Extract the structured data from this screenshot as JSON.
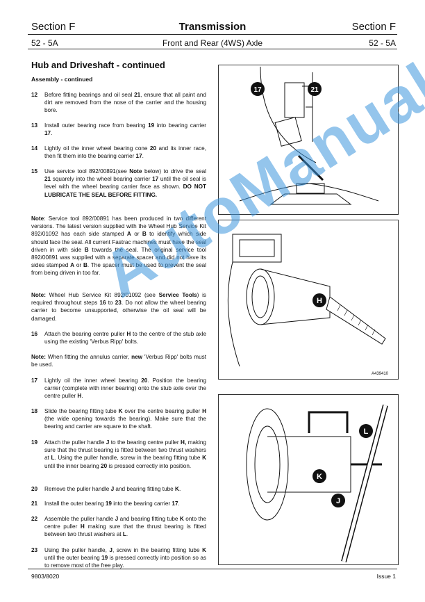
{
  "header": {
    "section_left": "Section F",
    "title": "Transmission",
    "section_right": "Section F",
    "page_left": "52 - 5A",
    "subtitle": "Front and Rear (4WS) Axle",
    "page_right": "52 - 5A"
  },
  "content": {
    "heading": "Hub and Driveshaft - continued",
    "subheading": "Assembly - continued"
  },
  "steps": [
    {
      "num": "12",
      "parts": [
        "Before fitting bearings and oil seal ",
        "21",
        ", ensure that all paint and dirt are removed from the nose of the carrier and the housing bore."
      ]
    },
    {
      "num": "13",
      "parts": [
        "Install outer bearing race from bearing ",
        "19",
        " into bearing carrier ",
        "17",
        "."
      ]
    },
    {
      "num": "14",
      "parts": [
        "Lightly oil the inner wheel bearing cone ",
        "20",
        " and its inner race, then fit them into the bearing carrier ",
        "17",
        "."
      ]
    },
    {
      "num": "15",
      "parts": [
        "Use service tool 892/00891(see ",
        "Note",
        " below) to drive the seal ",
        "21",
        " squarely into the wheel bearing carrier ",
        "17",
        " until the oil seal is level with the wheel bearing carrier face as shown. ",
        "DO NOT LUBRICATE THE SEAL BEFORE FITTING."
      ]
    },
    {
      "num": "16",
      "parts": [
        "Attach the bearing centre puller ",
        "H",
        " to the centre of the stub axle using the existing 'Verbus Ripp' bolts."
      ]
    },
    {
      "num": "17",
      "parts": [
        "Lightly oil the inner wheel bearing ",
        "20",
        ". Position the bearing carrier (complete with inner bearing) onto the stub axle over the centre puller ",
        "H",
        "."
      ]
    },
    {
      "num": "18",
      "parts": [
        "Slide the bearing fitting tube ",
        "K",
        " over the centre bearing puller ",
        "H",
        " (the wide opening towards the bearing). Make sure that the bearing and carrier are square to the shaft."
      ]
    },
    {
      "num": "19",
      "parts": [
        "Attach the puller handle ",
        "J",
        " to the bearing centre puller ",
        "H,",
        " making sure that the thrust bearing is fitted between two thrust washers at ",
        "L",
        ". Using the puller handle, screw in the bearing fitting tube ",
        "K",
        " until the inner bearing ",
        "20",
        " is pressed correctly into position."
      ]
    },
    {
      "num": "20",
      "parts": [
        "Remove the puller handle ",
        "J",
        " and bearing fitting tube ",
        "K",
        "."
      ]
    },
    {
      "num": "21",
      "parts": [
        "Install the outer bearing ",
        "19",
        " into the bearing carrier ",
        "17",
        "."
      ]
    },
    {
      "num": "22",
      "parts": [
        "Assemble the puller handle ",
        "J",
        " and bearing fitting tube ",
        "K",
        " onto the centre puller ",
        "H",
        " making sure that the thrust bearing is fitted between two thrust washers at ",
        "L",
        "."
      ]
    },
    {
      "num": "23",
      "parts": [
        "Using the puller handle, ",
        "J",
        ", screw in the bearing fitting tube ",
        "K",
        " until the outer bearing ",
        "19",
        " is pressed correctly into position so as to remove most of the free play."
      ]
    }
  ],
  "notes": [
    {
      "parts": [
        "Note",
        ": Service tool 892/00891 has been produced in two different versions. The latest version supplied with the Wheel Hub Service Kit 892/01092 has each side stamped ",
        "A",
        " or ",
        "B",
        " to identify which side should face the seal. All current Fastrac machines must have the seal driven in with side ",
        "B",
        " towards the seal. The original service tool 892/00891 was supplied with a separate spacer and did not have its sides stamped ",
        "A",
        " or ",
        "B",
        ". The spacer must be used to prevent the seal from being driven in too far."
      ]
    },
    {
      "parts": [
        "Note:",
        " Wheel Hub Service Kit 892/01092 (see ",
        "Service Tools",
        ") is required throughout steps ",
        "16",
        " to ",
        "23",
        ". Do not allow the wheel bearing carrier to become unsupported, otherwise the oil seal will be damaged."
      ]
    },
    {
      "parts": [
        "Note:",
        " When fitting the annulus carrier, ",
        "new",
        " 'Verbus Ripp' bolts must be used."
      ]
    }
  ],
  "figures": {
    "fig1_labels": [
      "17",
      "21"
    ],
    "fig2_label": "H",
    "fig2_code": "A439410",
    "fig3_labels": [
      "L",
      "K",
      "J"
    ]
  },
  "watermark": "AutoManual",
  "footer": {
    "left": "9803/8020",
    "right": "Issue 1"
  }
}
